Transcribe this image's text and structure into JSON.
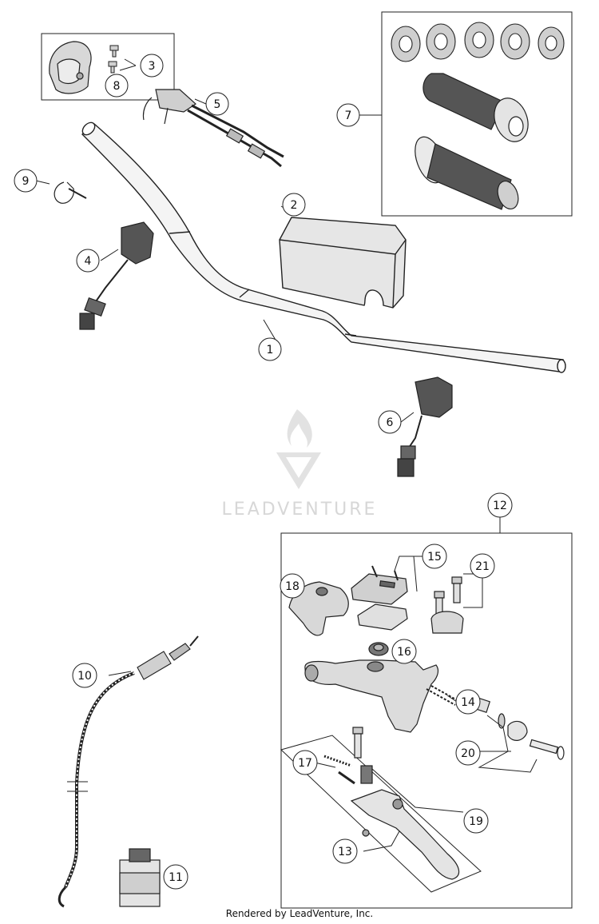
{
  "callouts": {
    "c1": "1",
    "c2": "2",
    "c3": "3",
    "c4": "4",
    "c5": "5",
    "c6": "6",
    "c7": "7",
    "c8": "8",
    "c9": "9",
    "c10": "10",
    "c11": "11",
    "c12": "12",
    "c13": "13",
    "c14": "14",
    "c15": "15",
    "c16": "16",
    "c17": "17",
    "c18": "18",
    "c19": "19",
    "c20": "20",
    "c21": "21"
  },
  "watermark": {
    "text": "LEADVENTURE"
  },
  "footer": {
    "text": "Rendered by LeadVenture, Inc."
  },
  "colors": {
    "line": "#222222",
    "part_fill": "#f2f2f2",
    "part_shade": "#bdbdbd",
    "watermark": "#d7d7d7"
  }
}
